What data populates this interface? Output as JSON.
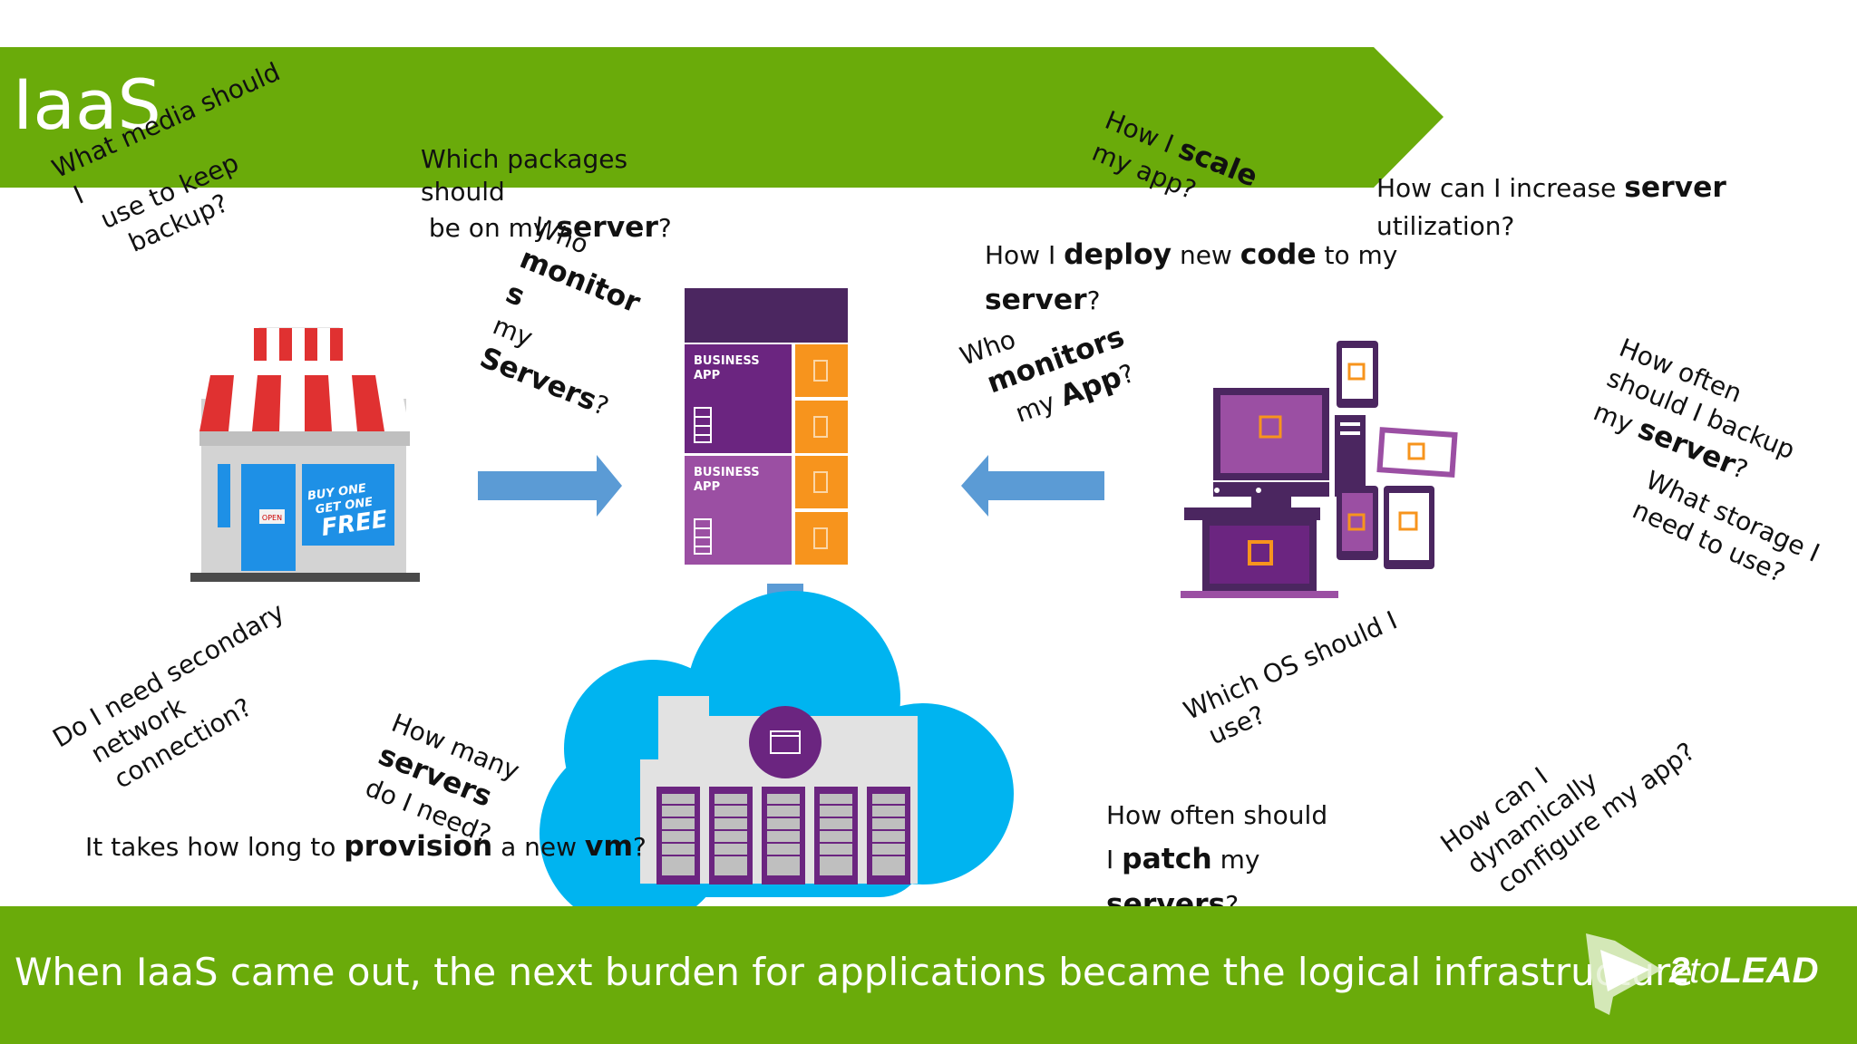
{
  "header": {
    "title": "IaaS",
    "banner_color": "#6aab0a"
  },
  "footer": {
    "caption": "When IaaS came out, the next burden for applications became the logical infrastructure",
    "logo_text_a": "2",
    "logo_text_b": "to",
    "logo_text_c": "LEAD"
  },
  "colors": {
    "green": "#6aab0a",
    "purple": "#6b2580",
    "orange": "#f7941d",
    "arrow_blue": "#5b9bd5",
    "cloud_blue": "#00b4f0"
  },
  "server_rack": {
    "module1": {
      "line1": "BUSINESS",
      "line2": "APP"
    },
    "module2": {
      "line1": "BUSINESS",
      "line2": "APP"
    }
  },
  "store": {
    "sign_line1": "BUY ONE",
    "sign_line2": "GET ONE",
    "sign_line3": "FREE",
    "door_sign": "OPEN"
  },
  "questions": {
    "media_backup": {
      "l1": "What media should",
      "l2": "I",
      "l3": "use to keep",
      "l4": "backup?"
    },
    "packages": {
      "l1": "Which packages",
      "l2": "should",
      "l3a": "be on my ",
      "l3b": "server",
      "l3c": "?"
    },
    "who_monitors_servers": {
      "l1": "Who",
      "l2": "monitor",
      "l3": "s",
      "l4": "my",
      "l5": "Servers",
      "l6": "?"
    },
    "scale": {
      "a": "How I ",
      "b": "scale",
      "c": "my app?"
    },
    "increase_util": {
      "a": "How can I increase ",
      "b": "server",
      "c": "utilization?"
    },
    "deploy": {
      "a": "How I ",
      "b": "deploy",
      "c": " new ",
      "d": "code",
      "e": " to my",
      "f": "server",
      "g": "?"
    },
    "who_monitors_app": {
      "a": "Who",
      "b": "monitors",
      "c": "my ",
      "d": "App",
      "e": "?"
    },
    "backup_often": {
      "a": "How often",
      "b": "should I backup",
      "c": "my ",
      "d": "server",
      "e": "?"
    },
    "storage": {
      "a": "What storage I",
      "b": "need to use?"
    },
    "secondary_network": {
      "a": "Do I need secondary",
      "b": "network",
      "c": "connection?"
    },
    "how_many": {
      "a": "How many",
      "b": "servers",
      "c": "do I need?"
    },
    "provision": {
      "a": "It takes how long to ",
      "b": "provision",
      "c": " a new ",
      "d": "vm",
      "e": "?"
    },
    "os": {
      "a": "Which OS should I",
      "b": "use?"
    },
    "patch": {
      "a": "How often should",
      "b": "I ",
      "c": "patch",
      "d": " my",
      "e": "servers",
      "f": "?"
    },
    "configure": {
      "a": "How can I",
      "b": "dynamically",
      "c": "configure my app?"
    }
  }
}
